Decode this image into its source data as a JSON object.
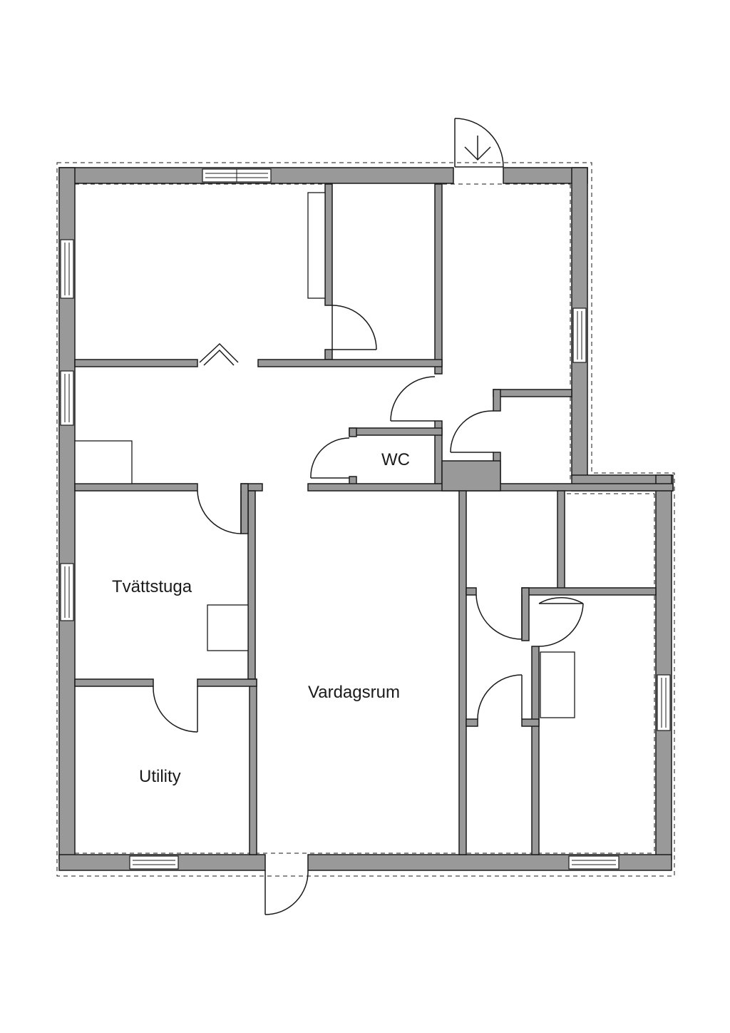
{
  "rooms": {
    "wc": "WC",
    "laundry": "Tvättstuga",
    "utility": "Utility",
    "living": "Vardagsrum"
  },
  "colors": {
    "wall_fill": "#999999",
    "line": "#1a1a1a",
    "background": "#ffffff"
  },
  "icons": {
    "entrance": "down-arrow-icon"
  }
}
